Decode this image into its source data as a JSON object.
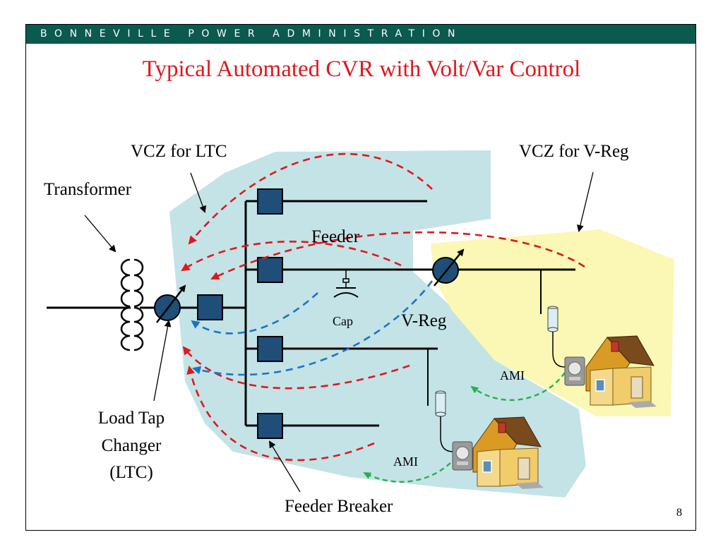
{
  "header": {
    "banner": "BONNEVILLE POWER ADMINISTRATION"
  },
  "slide": {
    "title": "Typical Automated CVR with Volt/Var Control",
    "page_number": "8"
  },
  "labels": {
    "transformer": "Transformer",
    "vcz_ltc": "VCZ for LTC",
    "vcz_vreg": "VCZ for V-Reg",
    "feeder": "Feeder",
    "cap": "Cap",
    "vreg": "V-Reg",
    "ami_1": "AMI",
    "ami_2": "AMI",
    "ltc_line1": "Load Tap",
    "ltc_line2": "Changer",
    "ltc_line3": "(LTC)",
    "feeder_breaker": "Feeder Breaker"
  },
  "colors": {
    "banner_bg": "#0a5a4e",
    "title": "#e0171d",
    "ltc_zone": "#c4e3e6",
    "vreg_zone": "#fbf7b4",
    "red_dash": "#e0171d",
    "blue_dash": "#1a73c9",
    "green_dash": "#22b24c",
    "device_fill": "#1f4e79"
  },
  "icons": [
    "transformer-icon",
    "tap-changer-icon",
    "breaker-icon",
    "capacitor-icon",
    "sensor-icon",
    "meter-icon",
    "house-icon"
  ]
}
